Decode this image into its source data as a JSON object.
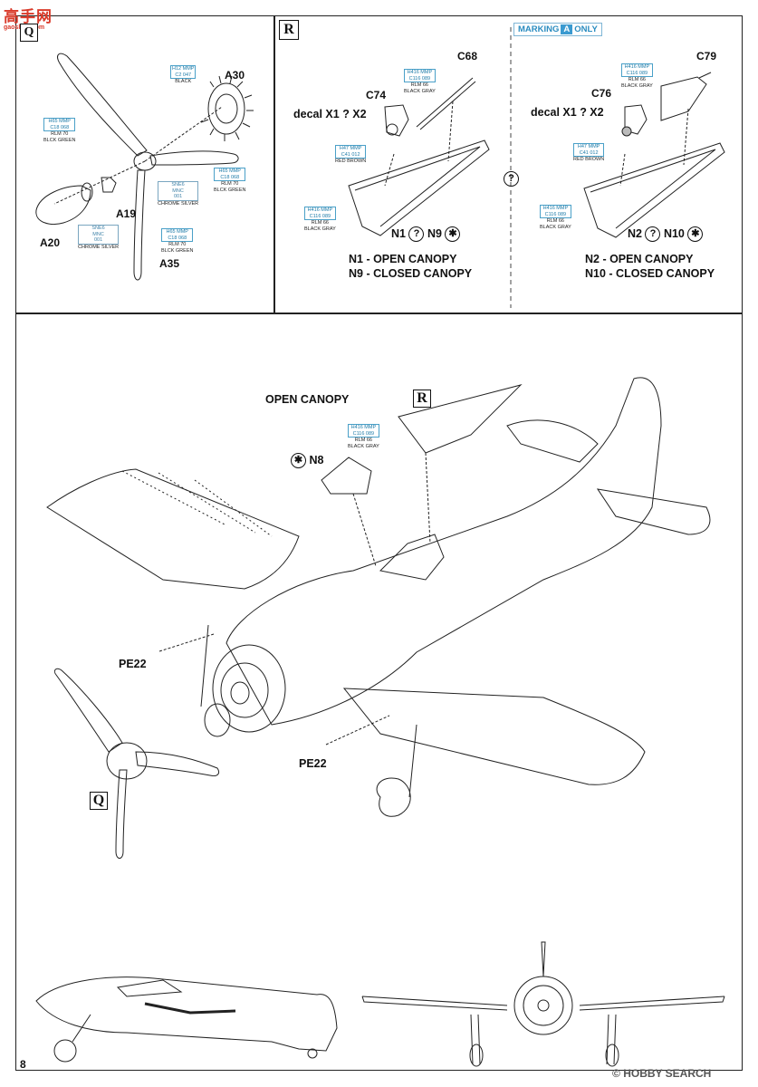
{
  "logo": {
    "cn": "高手网",
    "sub": "gaoshan.com"
  },
  "page_number": "8",
  "watermark": "HOBBY SEARCH",
  "steps": {
    "q": {
      "letter": "Q"
    },
    "r": {
      "letter": "R"
    },
    "marking_badge": {
      "prefix": "MARKING",
      "letter": "A",
      "suffix": "ONLY"
    }
  },
  "q_parts": {
    "a30": "A30",
    "a19": "A19",
    "a20": "A20",
    "a35": "A35",
    "paint_black": {
      "code": "H12 MMP",
      "mid": "C2   047",
      "name": "BLACK"
    },
    "paint_green1": {
      "code": "H65 MMP",
      "mid": "C18   068",
      "name1": "RLM 70",
      "name2": "BLCK GREEN"
    },
    "paint_silver1": {
      "code": "SNE6",
      "mid": "MNC",
      "mid2": "001",
      "name": "CHROME SILVER"
    },
    "paint_green2": {
      "code": "H65 MMP",
      "mid": "C18   068",
      "name1": "RLM 70",
      "name2": "BLCK GREEN"
    },
    "paint_silver2": {
      "code": "SNE6",
      "mid": "MNC",
      "mid2": "001",
      "name": "CHROME SILVER"
    },
    "paint_green3": {
      "code": "H65 MMP",
      "mid": "C18   068",
      "name1": "RLM 70",
      "name2": "BLCK GREEN"
    }
  },
  "r_left": {
    "c68": "C68",
    "c74": "C74",
    "decal": "decal X1 ? X2",
    "paint_gray": {
      "code": "H416 MMP",
      "mid": "C116   089",
      "name1": "RLM 66",
      "name2": "BLACK GRAY"
    },
    "paint_brown": {
      "code": "H47 MMP",
      "mid": "C41   012",
      "name": "RED BROWN"
    },
    "paint_gray2": {
      "code": "H416 MMP",
      "mid": "C116   089",
      "name1": "RLM 66",
      "name2": "BLACK GRAY"
    },
    "n_label_a": "N1",
    "n_label_b": "N9",
    "line1": "N1 - OPEN CANOPY",
    "line2": "N9 - CLOSED CANOPY"
  },
  "r_right": {
    "c79": "C79",
    "c76": "C76",
    "decal": "decal X1 ? X2",
    "paint_gray": {
      "code": "H416 MMP",
      "mid": "C116   089",
      "name1": "RLM 66",
      "name2": "BLACK GRAY"
    },
    "paint_brown": {
      "code": "H47 MMP",
      "mid": "C41   012",
      "name": "RED BROWN"
    },
    "paint_gray2": {
      "code": "H416 MMP",
      "mid": "C116   089",
      "name1": "RLM 66",
      "name2": "BLACK GRAY"
    },
    "n_label_a": "N2",
    "n_label_b": "N10",
    "line1": "N2 - OPEN CANOPY",
    "line2": "N10 - CLOSED CANOPY"
  },
  "main": {
    "open_canopy": "OPEN CANOPY",
    "n8": "N8",
    "pe22_a": "PE22",
    "pe22_b": "PE22",
    "paint_gray": {
      "code": "H416 MMP",
      "mid": "C116   089",
      "name1": "RLM 66",
      "name2": "BLACK GRAY"
    }
  },
  "glyphs": {
    "question": "?",
    "star": "✱"
  }
}
